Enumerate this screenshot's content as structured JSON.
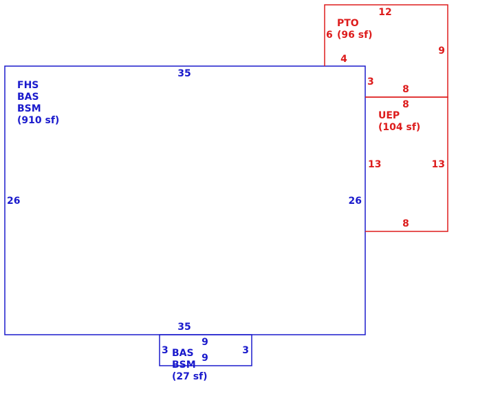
{
  "colors": {
    "main": "#1a1acc",
    "addition": "#dd1c1c",
    "background": "#ffffff"
  },
  "areas": {
    "main": {
      "codes": [
        "FHS",
        "BAS",
        "BSM"
      ],
      "area": "(910 sf)",
      "dim_top": "35",
      "dim_bottom": "35",
      "dim_left": "26",
      "dim_right": "26"
    },
    "bay": {
      "codes": [
        "BAS",
        "BSM"
      ],
      "area": "(27 sf)",
      "dim_top": "9",
      "dim_bottom": "9",
      "dim_left": "3",
      "dim_right": "3"
    },
    "pto": {
      "code": "PTO",
      "area": "(96 sf)",
      "dim_top": "12",
      "dim_left": "6",
      "dim_right": "9",
      "dim_notch_bottom": "4",
      "dim_notch_side": "3",
      "dim_bottom": "8"
    },
    "uep": {
      "code": "UEP",
      "area": "(104 sf)",
      "dim_top": "8",
      "dim_bottom": "8",
      "dim_left": "13",
      "dim_right": "13"
    }
  }
}
